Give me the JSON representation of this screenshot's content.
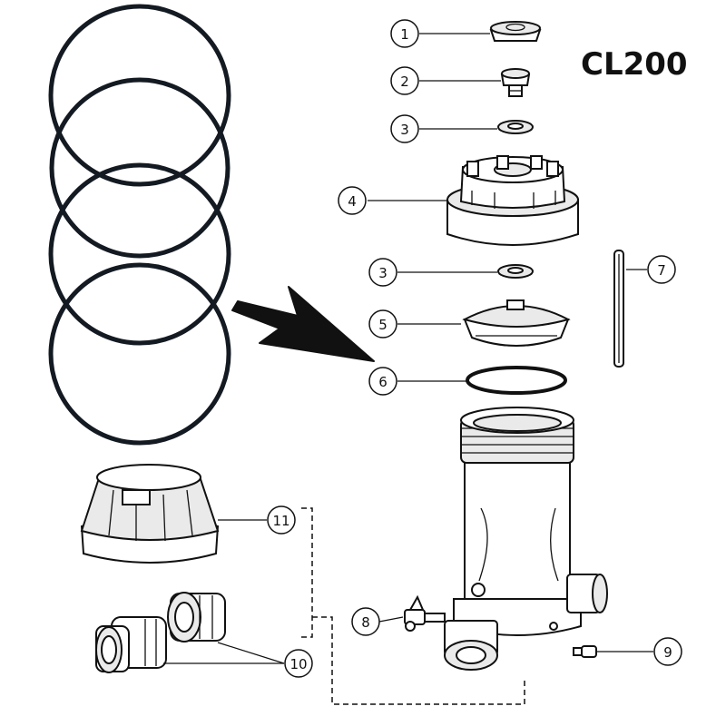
{
  "model_label": "CL200",
  "callouts": [
    "1",
    "2",
    "3",
    "4",
    "3",
    "5",
    "6",
    "7",
    "8",
    "9",
    "10",
    "11"
  ],
  "colors": {
    "ink": "#111111",
    "background": "#ffffff",
    "o_ring": "#141a22"
  },
  "o_ring_photo_count": 4
}
